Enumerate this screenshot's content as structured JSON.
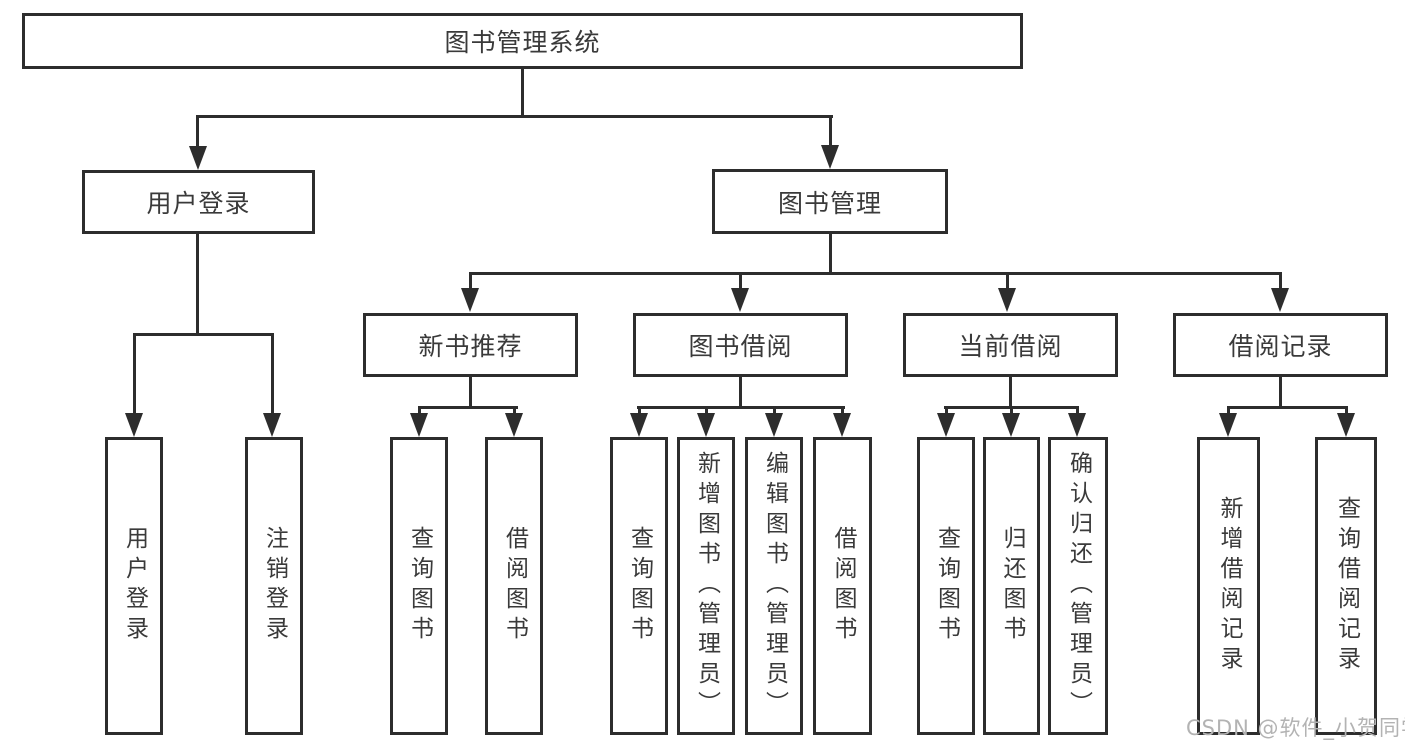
{
  "nodes": {
    "root": "图书管理系统",
    "userLogin": "用户登录",
    "bookMgmt": "图书管理",
    "newBookRec": "新书推荐",
    "bookBorrow": "图书借阅",
    "currentBorrow": "当前借阅",
    "borrowRecords": "借阅记录",
    "leafUserLogin": "用户登录",
    "leafLogout": "注销登录",
    "nbrQueryBook": "查询图书",
    "nbrBorrowBook": "借阅图书",
    "bbQueryBook": "查询图书",
    "bbAddBook": "新增图书（管理员）",
    "bbEditBook": "编辑图书（管理员）",
    "bbBorrowBook": "借阅图书",
    "cbQueryBook": "查询图书",
    "cbReturnBook": "归还图书",
    "cbConfirmReturn": "确认归还（管理员）",
    "brAddRecord": "新增借阅记录",
    "brQueryRecord": "查询借阅记录"
  },
  "hierarchy": {
    "图书管理系统": {
      "用户登录": [
        "用户登录",
        "注销登录"
      ],
      "图书管理": {
        "新书推荐": [
          "查询图书",
          "借阅图书"
        ],
        "图书借阅": [
          "查询图书",
          "新增图书（管理员）",
          "编辑图书（管理员）",
          "借阅图书"
        ],
        "当前借阅": [
          "查询图书",
          "归还图书",
          "确认归还（管理员）"
        ],
        "借阅记录": [
          "新增借阅记录",
          "查询借阅记录"
        ]
      }
    }
  },
  "watermark": "CSDN @软件_小贺同学",
  "colors": {
    "line": "#2d2d2d",
    "text": "#3a3a3a",
    "boxBackground": "#ffffff",
    "pageBackground": "#ffffff",
    "watermark": "#b3b3b3"
  }
}
